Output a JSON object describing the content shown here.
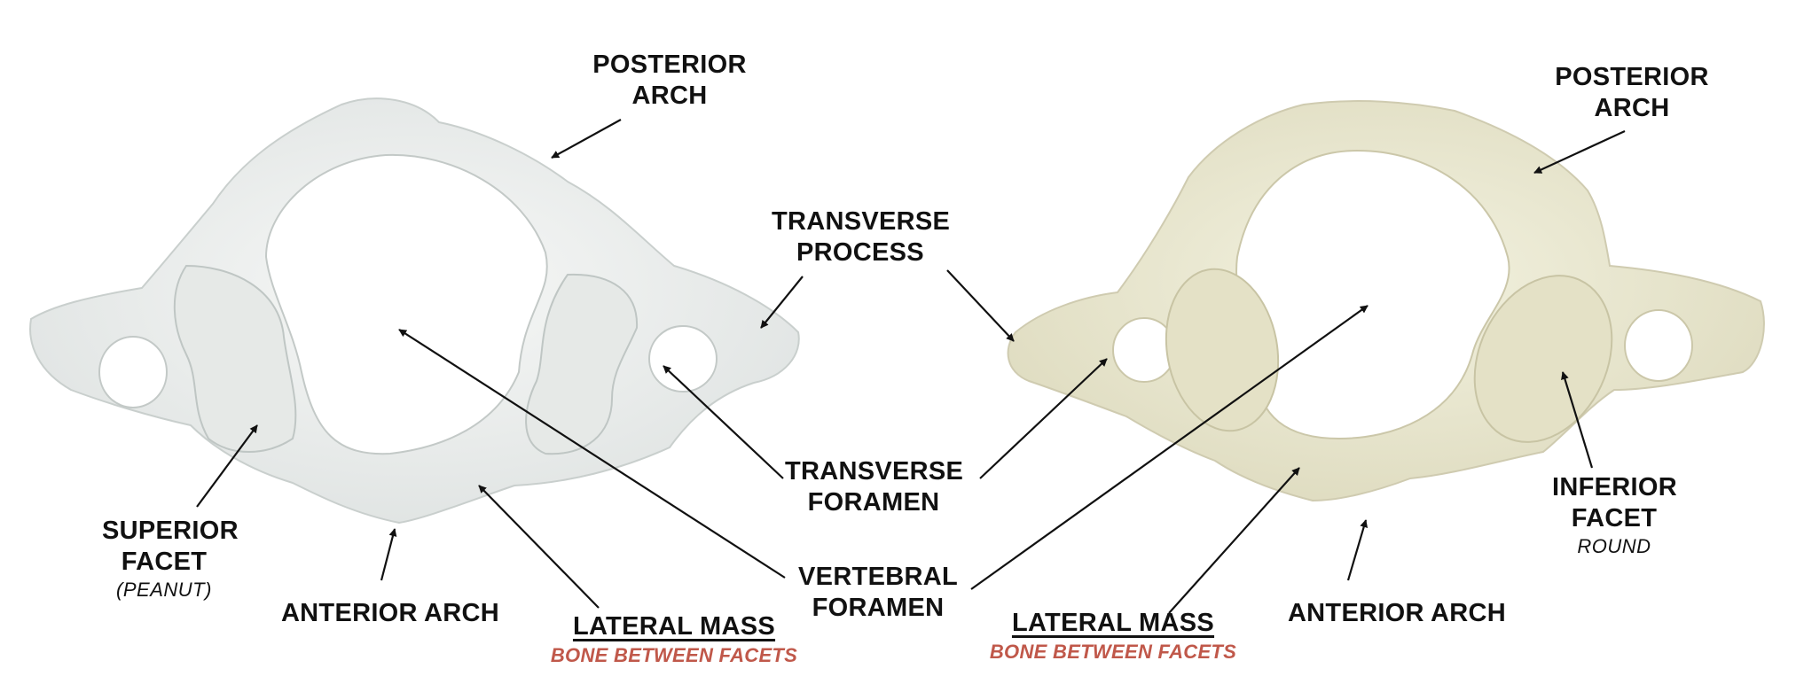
{
  "labels": {
    "left_posterior_arch": "POSTERIOR ARCH",
    "transverse_process": "TRANSVERSE PROCESS",
    "right_posterior_arch": "POSTERIOR ARCH",
    "transverse_foramen": "TRANSVERSE FORAMEN",
    "superior_facet": "SUPERIOR FACET",
    "superior_facet_note": "(PEANUT)",
    "inferior_facet": "INFERIOR FACET",
    "inferior_facet_note": "ROUND",
    "vertebral_foramen": "VERTEBRAL FORAMEN",
    "left_anterior_arch": "ANTERIOR ARCH",
    "right_anterior_arch": "ANTERIOR ARCH",
    "left_lateral_mass": "LATERAL MASS",
    "left_lateral_mass_note": "BONE BETWEEN FACETS",
    "right_lateral_mass": "LATERAL MASS",
    "right_lateral_mass_note": "BONE BETWEEN FACETS"
  },
  "colors": {
    "left_bone": "#eef0ee",
    "right_bone": "#ecebd6",
    "label_text": "#111111",
    "note_red": "#c0584a",
    "arrow": "#111111"
  }
}
